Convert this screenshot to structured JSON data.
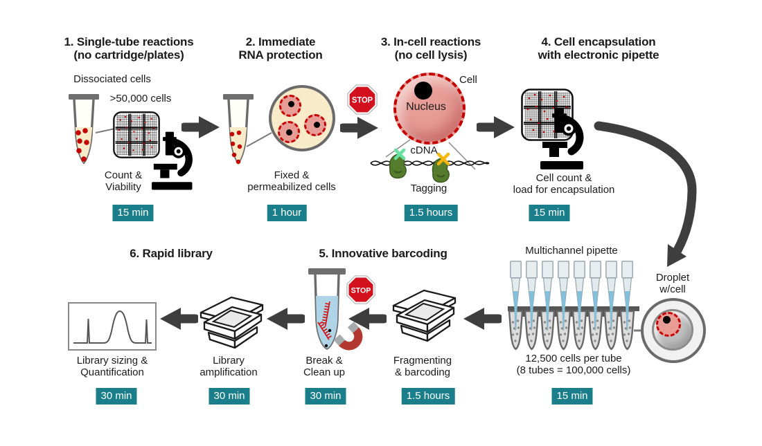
{
  "stop_label": "STOP",
  "colors": {
    "badge_teal": "#1A7F8A",
    "arrow_gray": "#3E3E3E",
    "stop_red": "#D2101E",
    "cell_pink": "#E79C96",
    "dash_red": "#C40000",
    "liquid_cream": "#F7EBC9",
    "liquid_blue": "#AFD4E6",
    "enzyme_green": "#557C2D",
    "tag_green": "#66E2A0",
    "tag_orange": "#F4B60B",
    "magnet_red": "#B23830"
  },
  "s1": {
    "title1": "1. Single-tube reactions",
    "title2": "(no cartridge/plates)",
    "dissociated": "Dissociated cells",
    "count": ">50,000 cells",
    "cap1": "Count &",
    "cap2": "Viability",
    "time": "15 min"
  },
  "s2": {
    "title1": "2. Immediate",
    "title2": "RNA protection",
    "cap1": "Fixed &",
    "cap2": "permeabilized cells",
    "time": "1 hour"
  },
  "s3": {
    "title1": "3. In-cell reactions",
    "title2": "(no cell lysis)",
    "cell": "Cell",
    "nucleus": "Nucleus",
    "cdna": "cDNA",
    "cap": "Tagging",
    "time": "1.5 hours"
  },
  "s4": {
    "title1": "4. Cell encapsulation",
    "title2": "with electronic pipette",
    "cap1": "Cell count &",
    "cap2": "load for encapsulation",
    "time": "15 min"
  },
  "enc": {
    "pipette": "Multichannel pipette",
    "cap1": "12,500 cells per tube",
    "cap2": "(8 tubes = 100,000 cells)",
    "time": "15 min",
    "droplet1": "Droplet",
    "droplet2": "w/cell"
  },
  "s5": {
    "title": "5. Innovative barcoding",
    "frag1": "Fragmenting",
    "frag2": "& barcoding",
    "fragTime": "1.5 hours",
    "break1": "Break &",
    "break2": "Clean up",
    "breakTime": "30 min"
  },
  "s6": {
    "title": "6. Rapid library",
    "amp1": "Library",
    "amp2": "amplification",
    "ampTime": "30 min",
    "size1": "Library sizing &",
    "size2": "Quantification",
    "sizeTime": "30 min"
  }
}
